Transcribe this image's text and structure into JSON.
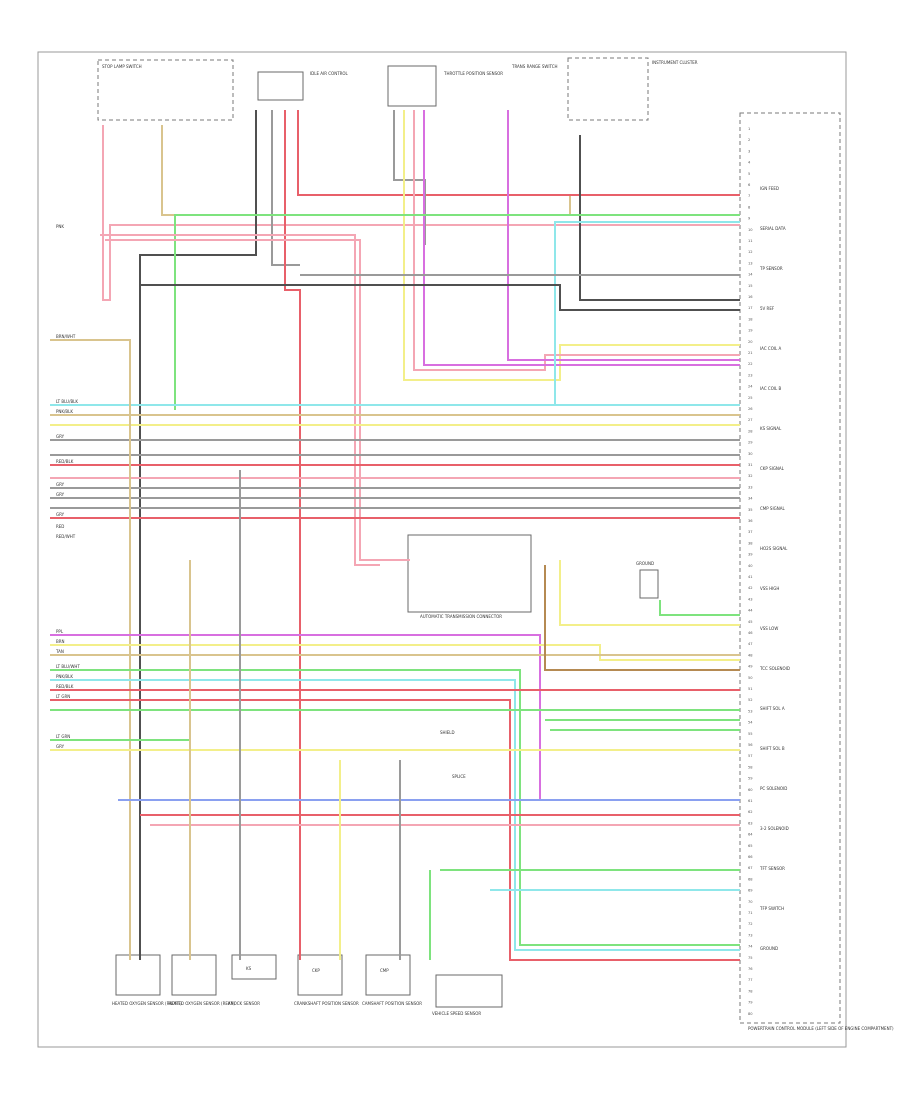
{
  "diagram": {
    "footer_code": "",
    "pcm": {
      "label": "POWERTRAIN CONTROL MODULE (LEFT SIDE OF ENGINE COMPARTMENT)"
    },
    "components": {
      "brake_switch": "STOP LAMP SWITCH",
      "idle_air_control": "IDLE AIR CONTROL",
      "throttle_position": "THROTTLE POSITION SENSOR",
      "trans_range_switch": "TRANS RANGE SWITCH",
      "instrument_cluster": "INSTRUMENT CLUSTER",
      "auto_trans": "AUTOMATIC TRANSMISSION CONNECTOR",
      "ground_point": "GROUND",
      "shield": "SHIELD",
      "splice": "SPLICE",
      "s1": "HEATED OXYGEN SENSOR (FRONT)",
      "s2": "HEATED OXYGEN SENSOR (REAR)",
      "s3": "KNOCK SENSOR",
      "s4": "CRANKSHAFT POSITION SENSOR",
      "s5": "CAMSHAFT POSITION SENSOR",
      "s6": "VEHICLE SPEED SENSOR",
      "box_s3": "KS",
      "box_s4": "CKP",
      "box_s5": "CMP"
    },
    "left_labels": [
      "PNK",
      "BRN/WHT",
      "LT BLU/BLK",
      "PNK/BLK",
      "GRY",
      "RED/BLK",
      "GRY",
      "GRY",
      "GRY",
      "RED",
      "RED/WHT",
      "PPL",
      "BRN",
      "TAN",
      "LT BLU/WHT",
      "PNK/BLK",
      "RED/BLK",
      "LT GRN",
      "LT GRN",
      "GRY"
    ],
    "right_labels": [
      "IGN FEED",
      "SERIAL DATA",
      "TP SENSOR",
      "5V REF",
      "IAC COIL A",
      "IAC COIL B",
      "KS SIGNAL",
      "CKP SIGNAL",
      "CMP SIGNAL",
      "HO2S SIGNAL",
      "VSS HIGH",
      "VSS LOW",
      "TCC SOLENOID",
      "SHIFT SOL A",
      "SHIFT SOL B",
      "PC SOLENOID",
      "3-2 SOLENOID",
      "TFT SENSOR",
      "TFP SWITCH",
      "GROUND"
    ],
    "wire_colors": {
      "pink": "#f4a6b4",
      "red": "#e8606a",
      "green": "#7ee37e",
      "cyan": "#8fe7ea",
      "yellow": "#f3ef8a",
      "tan": "#d9c48e",
      "gray": "#9a9a9a",
      "dark": "#505050",
      "violet": "#d86fe0",
      "blue": "#8aa0f0",
      "brown": "#b58a52"
    }
  }
}
